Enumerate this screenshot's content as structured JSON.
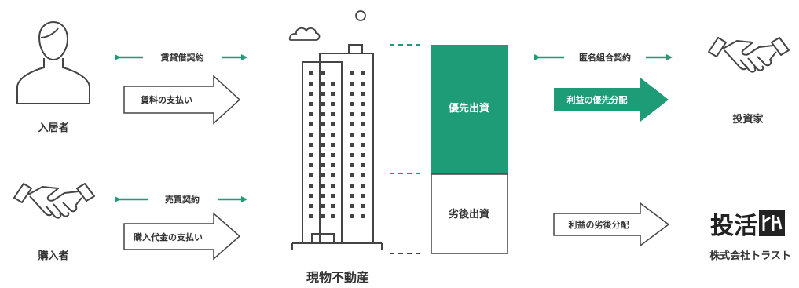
{
  "left": {
    "tenant_label": "入居者",
    "buyer_label": "購入者",
    "lease_contract": "賃貸借契約",
    "rent_payment": "賃料の支払い",
    "sales_contract": "売買契約",
    "purchase_payment": "購入代金の支払い"
  },
  "center": {
    "property_label": "現物不動産",
    "senior_investment": "優先出資",
    "junior_investment": "劣後出資"
  },
  "right": {
    "partnership_contract": "匿名組合契約",
    "senior_distribution": "利益の優先分配",
    "junior_distribution": "利益の劣後分配",
    "investor_label": "投資家",
    "logo_text": "投活",
    "company_label": "株式会社トラスト"
  },
  "colors": {
    "accent": "#1e9b77",
    "line": "#444444",
    "text": "#333333"
  },
  "icons": [
    "person-icon",
    "handshake-icon",
    "building-icon",
    "cloud-icon",
    "sun-icon",
    "company-logo"
  ]
}
